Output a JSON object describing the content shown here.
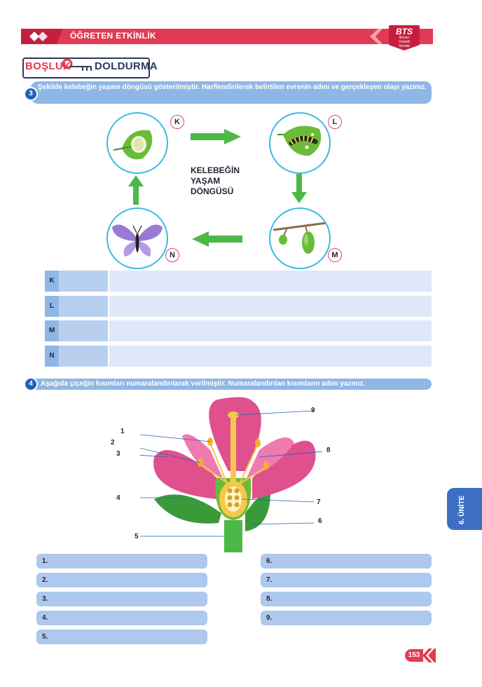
{
  "header": {
    "title": "ÖĞRETEN ETKİNLİK",
    "badge_main": "BTS",
    "badge_sub_lines": [
      "Beceri",
      "Temelli",
      "Sorular"
    ]
  },
  "section": {
    "left": "BOŞLUK",
    "right": "DOLDURMA"
  },
  "q3": {
    "number": "3",
    "text": "Şekilde kelebeğin yaşam döngüsü gösterilmiştir. Harflendirilerek belirtilen evrenin adını ve gerçekleşen olayı yazınız.",
    "center_title_lines": [
      "KELEBEĞİN",
      "YAŞAM",
      "DÖNGÜSÜ"
    ],
    "stages": [
      "K",
      "L",
      "M",
      "N"
    ],
    "table_rows": [
      "K",
      "L",
      "M",
      "N"
    ]
  },
  "q4": {
    "number": "4",
    "text": "Aşağıda çiçeğin kısımları numaralandırılarak verilmiştir. Numaralandırılan kısımların adını yazınız.",
    "flower_labels": [
      "1",
      "2",
      "3",
      "4",
      "5",
      "6",
      "7",
      "8",
      "9"
    ],
    "answers_left": [
      "1.",
      "2.",
      "3.",
      "4.",
      "5."
    ],
    "answers_right": [
      "6.",
      "7.",
      "8.",
      "9."
    ]
  },
  "side_tab": "6. ÜNİTE",
  "page_number": "153",
  "colors": {
    "accent_red": "#e23a55",
    "banner_blue": "#8fb7e6",
    "dark_blue": "#1f64b8",
    "arrow_green": "#4cb848",
    "petal_pink": "#e0508c"
  }
}
